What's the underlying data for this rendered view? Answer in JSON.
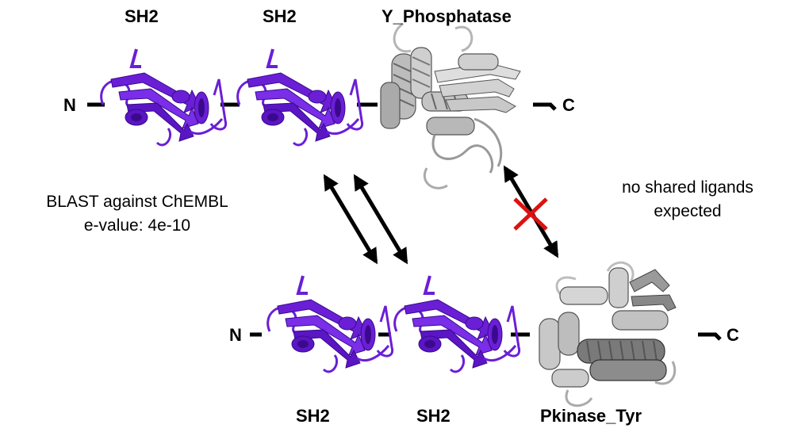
{
  "top_protein": {
    "n_terminus": "N",
    "c_terminus": "C",
    "domains": [
      {
        "label": "SH2",
        "type": "sh2"
      },
      {
        "label": "SH2",
        "type": "sh2"
      },
      {
        "label": "Y_Phosphatase",
        "type": "phosphatase"
      }
    ]
  },
  "bottom_protein": {
    "n_terminus": "N",
    "c_terminus": "C",
    "domains": [
      {
        "label": "SH2",
        "type": "sh2"
      },
      {
        "label": "SH2",
        "type": "sh2"
      },
      {
        "label": "Pkinase_Tyr",
        "type": "kinase"
      }
    ]
  },
  "blast_note": {
    "line1": "BLAST against ChEMBL",
    "line2": "e-value:   4e-10"
  },
  "ligand_note": {
    "line1": "no shared ligands",
    "line2": "expected"
  },
  "colors": {
    "sh2_domain": "#6a1fd6",
    "sh2_dark": "#3b0a8c",
    "catalytic_domain": "#c4c4c4",
    "catalytic_dark": "#555555",
    "arrow": "#000000",
    "cross": "#dd1111"
  }
}
